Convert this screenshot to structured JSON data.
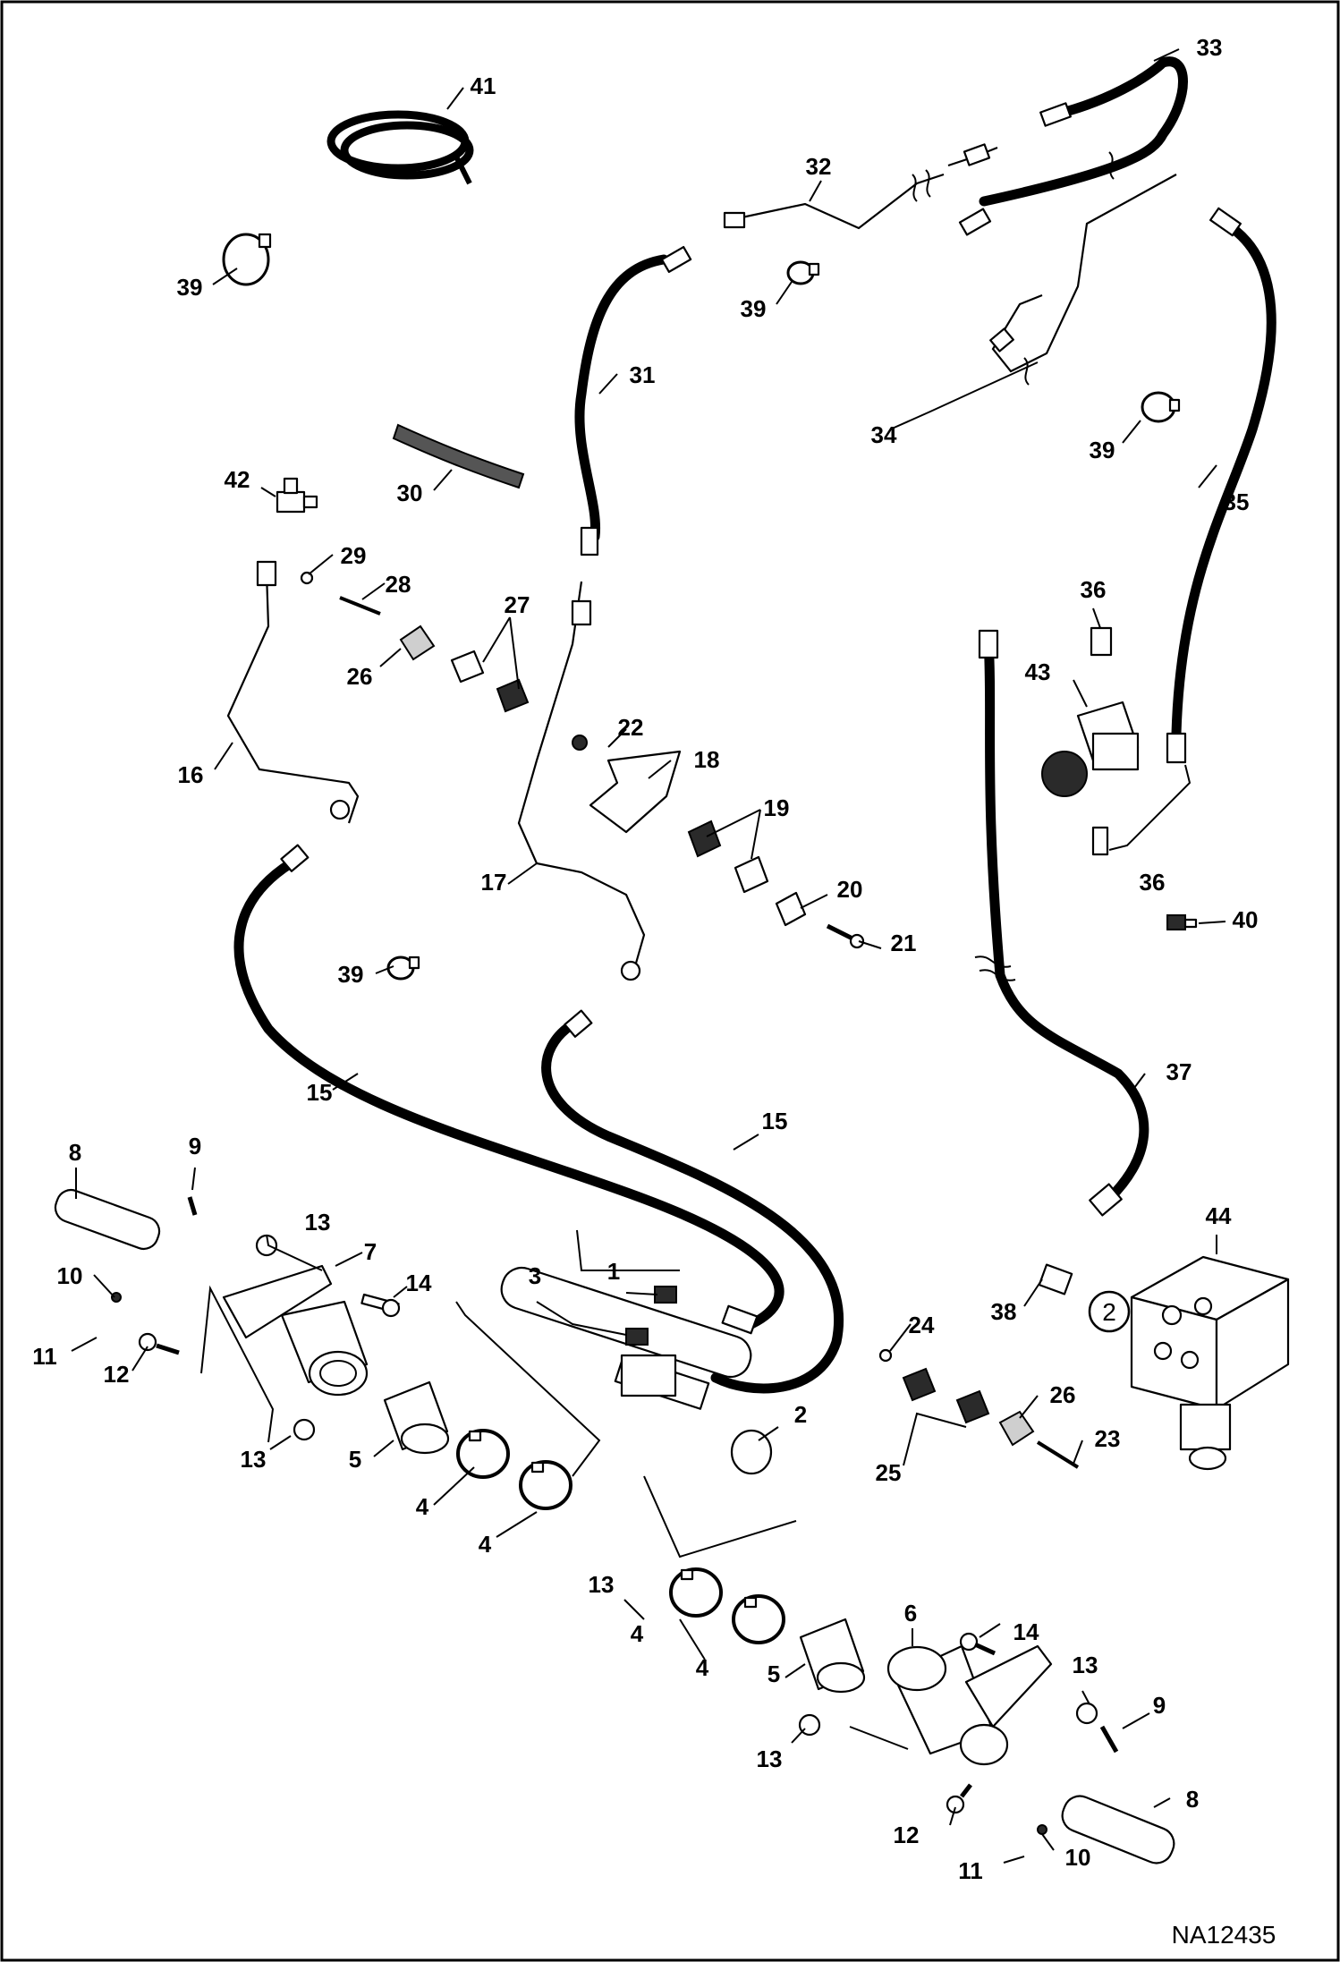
{
  "diagram": {
    "drawing_code": "NA12435",
    "callouts": [
      {
        "id": "c41",
        "label": "41"
      },
      {
        "id": "c33",
        "label": "33"
      },
      {
        "id": "c32",
        "label": "32"
      },
      {
        "id": "c39a",
        "label": "39"
      },
      {
        "id": "c39b",
        "label": "39"
      },
      {
        "id": "c31",
        "label": "31"
      },
      {
        "id": "c30",
        "label": "30"
      },
      {
        "id": "c34",
        "label": "34"
      },
      {
        "id": "c39c",
        "label": "39"
      },
      {
        "id": "c35",
        "label": "35"
      },
      {
        "id": "c42",
        "label": "42"
      },
      {
        "id": "c29",
        "label": "29"
      },
      {
        "id": "c28",
        "label": "28"
      },
      {
        "id": "c27",
        "label": "27"
      },
      {
        "id": "c26a",
        "label": "26"
      },
      {
        "id": "c36a",
        "label": "36"
      },
      {
        "id": "c43",
        "label": "43"
      },
      {
        "id": "c22",
        "label": "22"
      },
      {
        "id": "c18",
        "label": "18"
      },
      {
        "id": "c16",
        "label": "16"
      },
      {
        "id": "c19",
        "label": "19"
      },
      {
        "id": "c20",
        "label": "20"
      },
      {
        "id": "c17",
        "label": "17"
      },
      {
        "id": "c36b",
        "label": "36"
      },
      {
        "id": "c21",
        "label": "21"
      },
      {
        "id": "c40",
        "label": "40"
      },
      {
        "id": "c39d",
        "label": "39"
      },
      {
        "id": "c15a",
        "label": "15"
      },
      {
        "id": "c37",
        "label": "37"
      },
      {
        "id": "c15b",
        "label": "15"
      },
      {
        "id": "c8a",
        "label": "8"
      },
      {
        "id": "c9a",
        "label": "9"
      },
      {
        "id": "c44",
        "label": "44"
      },
      {
        "id": "c13a",
        "label": "13"
      },
      {
        "id": "c7",
        "label": "7"
      },
      {
        "id": "c14a",
        "label": "14"
      },
      {
        "id": "c10a",
        "label": "10"
      },
      {
        "id": "c3",
        "label": "3"
      },
      {
        "id": "c1",
        "label": "1"
      },
      {
        "id": "c24",
        "label": "24"
      },
      {
        "id": "c38",
        "label": "38"
      },
      {
        "id": "c11a",
        "label": "11"
      },
      {
        "id": "c12a",
        "label": "12"
      },
      {
        "id": "c2",
        "label": "2"
      },
      {
        "id": "c26b",
        "label": "26"
      },
      {
        "id": "c23",
        "label": "23"
      },
      {
        "id": "c13b",
        "label": "13"
      },
      {
        "id": "c5a",
        "label": "5"
      },
      {
        "id": "c4a",
        "label": "4"
      },
      {
        "id": "c25",
        "label": "25"
      },
      {
        "id": "c4b",
        "label": "4"
      },
      {
        "id": "c13c",
        "label": "13"
      },
      {
        "id": "c4c",
        "label": "4"
      },
      {
        "id": "c14b",
        "label": "14"
      },
      {
        "id": "c6",
        "label": "6"
      },
      {
        "id": "c4d",
        "label": "4"
      },
      {
        "id": "c13d",
        "label": "13"
      },
      {
        "id": "c5b",
        "label": "5"
      },
      {
        "id": "c9b",
        "label": "9"
      },
      {
        "id": "c13e",
        "label": "13"
      },
      {
        "id": "c8b",
        "label": "8"
      },
      {
        "id": "c12b",
        "label": "12"
      },
      {
        "id": "c10b",
        "label": "10"
      },
      {
        "id": "c11b",
        "label": "11"
      }
    ],
    "circled_note": "2"
  }
}
